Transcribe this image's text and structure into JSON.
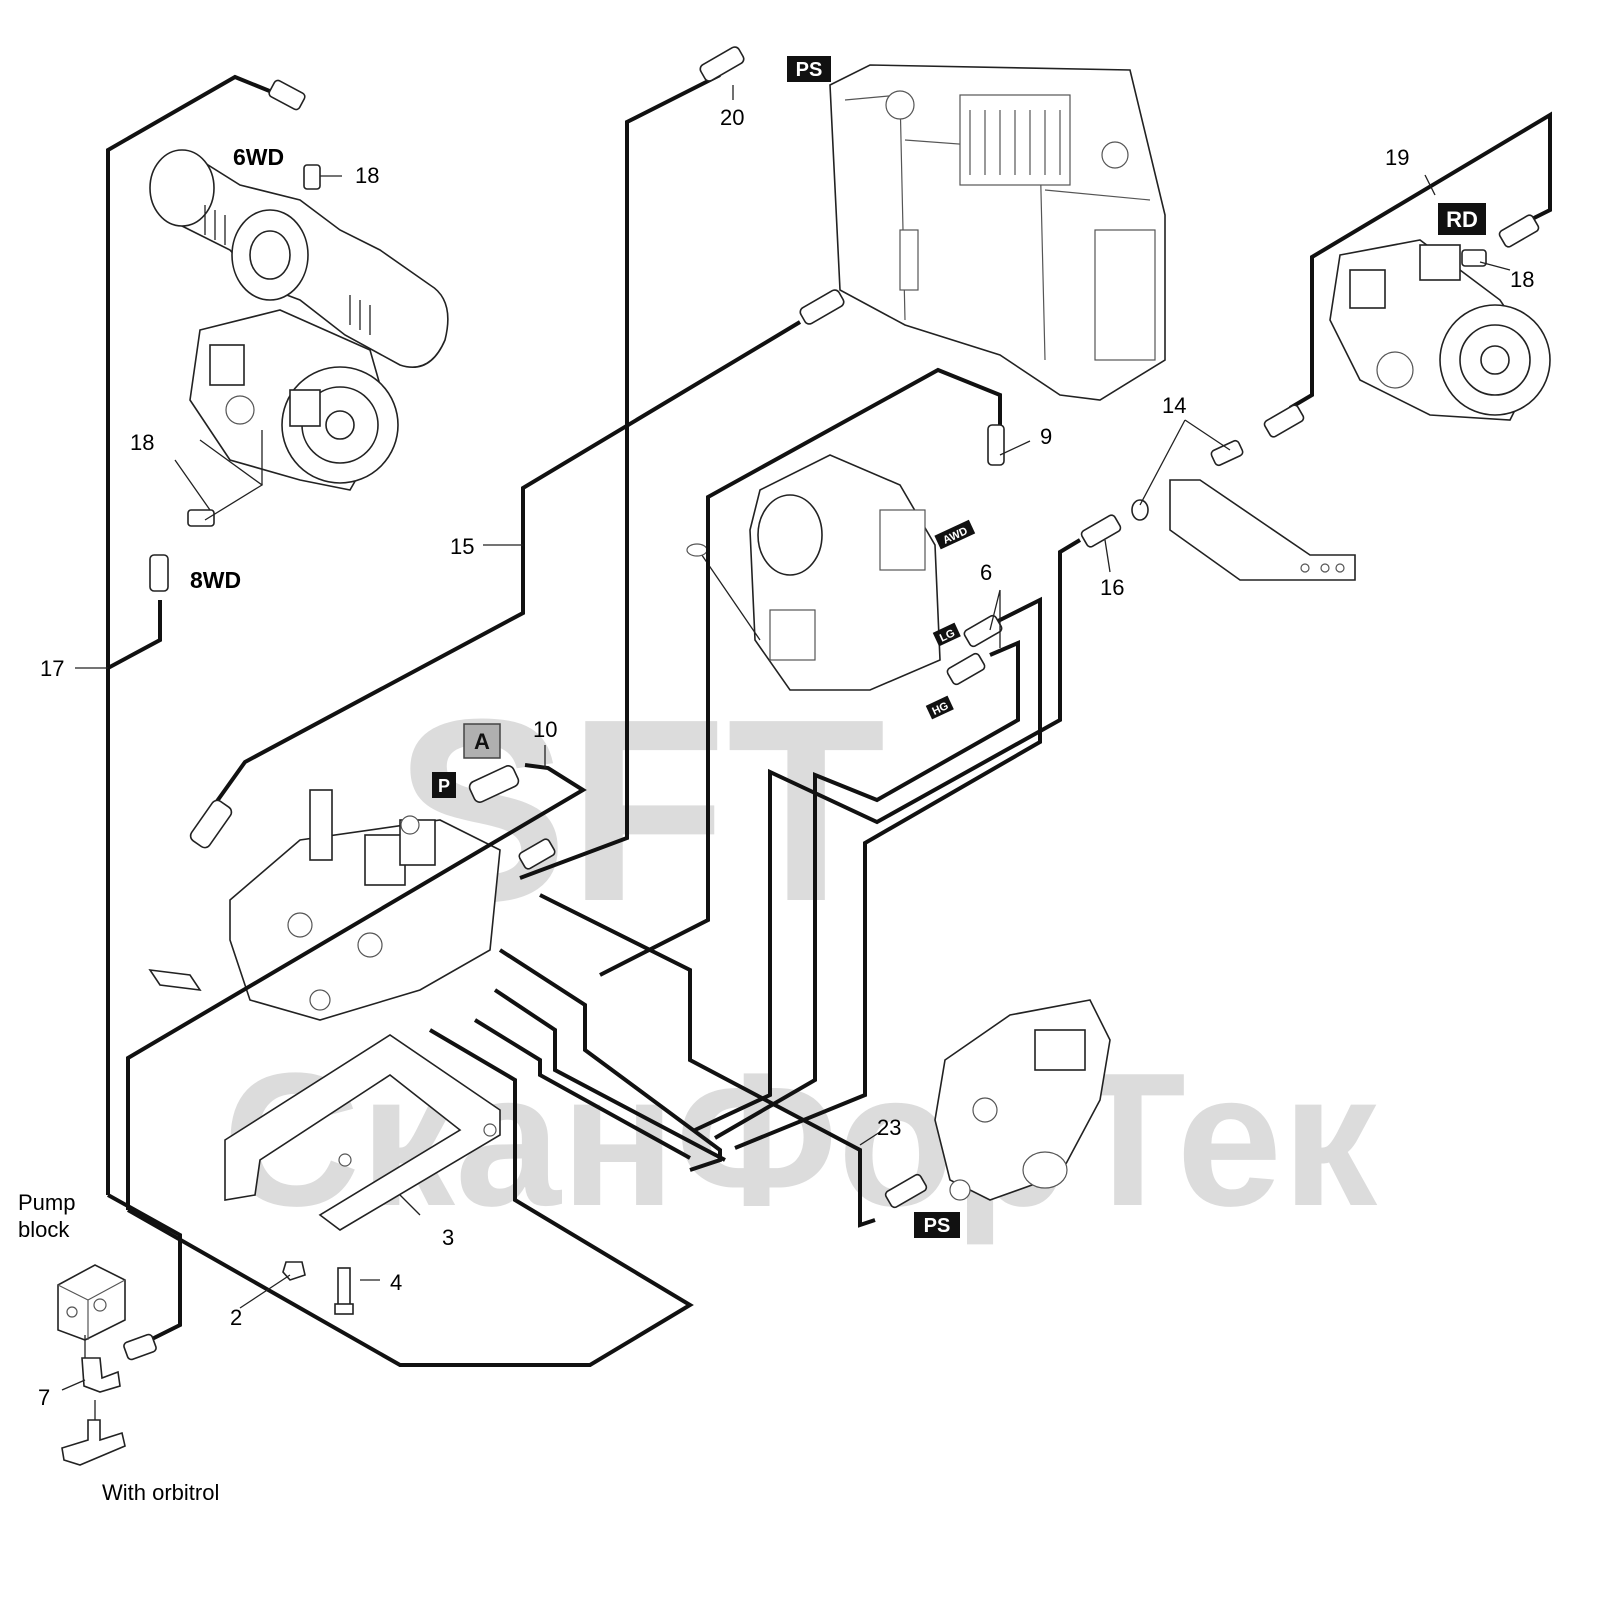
{
  "watermark": {
    "line1": "SFT",
    "line2": "СканФорТек"
  },
  "labels": {
    "n2": "2",
    "n3": "3",
    "n4": "4",
    "n6": "6",
    "n7": "7",
    "n9": "9",
    "n10": "10",
    "n14": "14",
    "n15": "15",
    "n16": "16",
    "n17": "17",
    "n18a": "18",
    "n18b": "18",
    "n18c": "18",
    "n19": "19",
    "n20": "20",
    "n23": "23",
    "six_wd": "6WD",
    "eight_wd": "8WD",
    "pump_block_1": "Pump",
    "pump_block_2": "block",
    "with_orbitrol": "With orbitrol"
  },
  "tags": {
    "ps_top": "PS",
    "ps_bottom": "PS",
    "rd": "RD",
    "a": "A",
    "p": "P",
    "awd": "AWD",
    "lg": "LG",
    "hg": "HG"
  },
  "colors": {
    "line": "#111111",
    "tag_bg": "#111111",
    "tag_a_bg": "#b0b0b0",
    "watermark": "#d9d9d9"
  }
}
